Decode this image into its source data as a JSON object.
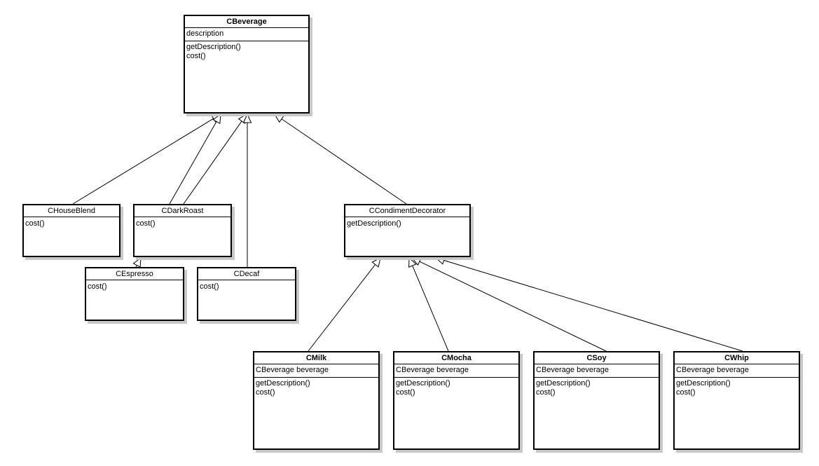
{
  "classes": {
    "cbeverage": {
      "name": "CBeverage",
      "attributes": [
        "description"
      ],
      "methods": [
        "getDescription()",
        "cost()"
      ]
    },
    "chouseblend": {
      "name": "CHouseBlend",
      "methods": [
        "cost()"
      ]
    },
    "cdarkroast": {
      "name": "CDarkRoast",
      "methods": [
        "cost()"
      ]
    },
    "cespresso": {
      "name": "CEspresso",
      "methods": [
        "cost()"
      ]
    },
    "cdecaf": {
      "name": "CDecaf",
      "methods": [
        "cost()"
      ]
    },
    "ccondimentdecorator": {
      "name": "CCondimentDecorator",
      "methods": [
        "getDescription()"
      ]
    },
    "cmilk": {
      "name": "CMilk",
      "attributes": [
        "CBeverage beverage"
      ],
      "methods": [
        "getDescription()",
        "cost()"
      ]
    },
    "cmocha": {
      "name": "CMocha",
      "attributes": [
        "CBeverage beverage"
      ],
      "methods": [
        "getDescription()",
        "cost()"
      ]
    },
    "csoy": {
      "name": "CSoy",
      "attributes": [
        "CBeverage beverage"
      ],
      "methods": [
        "getDescription()",
        "cost()"
      ]
    },
    "cwhip": {
      "name": "CWhip",
      "attributes": [
        "CBeverage beverage"
      ],
      "methods": [
        "getDescription()",
        "cost()"
      ]
    }
  }
}
